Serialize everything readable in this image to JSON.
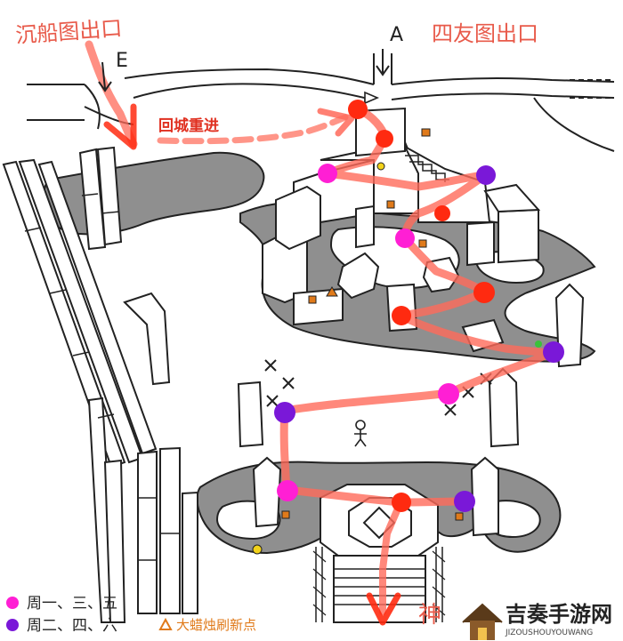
{
  "labels": {
    "shipwreck_exit": "沉船图出口",
    "e_marker": "E",
    "a_marker": "A",
    "four_seasons_exit": "四友图出口",
    "return_reenter": "回城重进",
    "god": "神"
  },
  "legend": {
    "mwf": "周一、三、五",
    "tts": "周二、四、六",
    "candle": "大蜡烛刷新点"
  },
  "watermark": {
    "name": "吉奏手游网",
    "domain": "JIZOUSHOUYOUWANG"
  },
  "colors": {
    "magenta": "#ff1fd4",
    "purple": "#7a18d8",
    "red_route": "#ff2a10",
    "route_fill": "#ff6a5a",
    "gray_terrain": "#8f8f8f",
    "candle": "#e07a1a"
  }
}
